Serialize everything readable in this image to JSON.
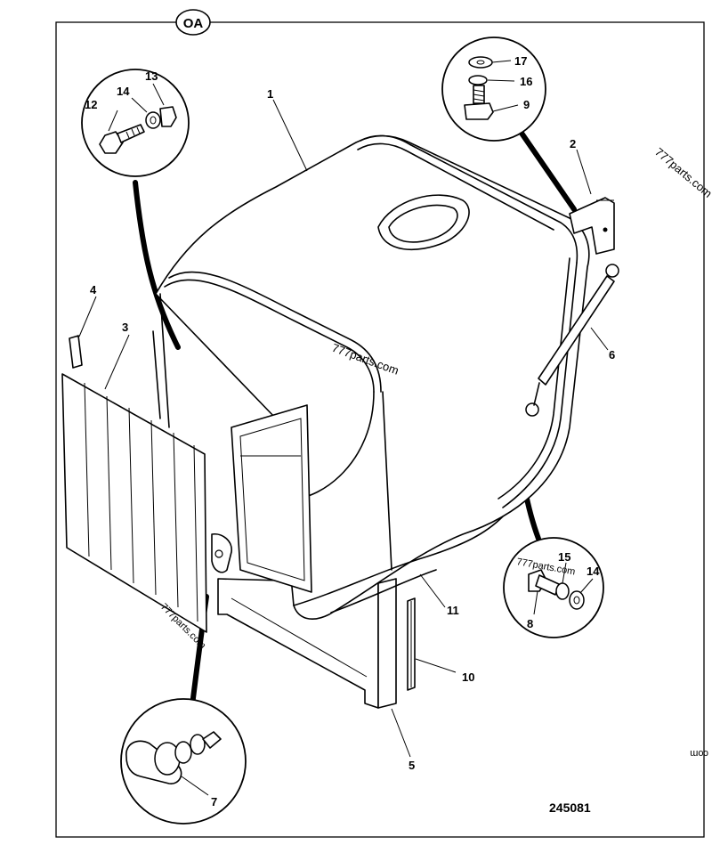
{
  "diagram": {
    "frame_tag": "OA",
    "drawing_number": "245081",
    "watermarks": [
      "777parts.com",
      "777parts.com",
      "777parts.com",
      "777parts.com",
      "com"
    ],
    "callouts": [
      "1",
      "2",
      "3",
      "4",
      "5",
      "6",
      "7",
      "8",
      "9",
      "10",
      "11",
      "12",
      "13",
      "14",
      "14",
      "15",
      "16",
      "17"
    ]
  }
}
